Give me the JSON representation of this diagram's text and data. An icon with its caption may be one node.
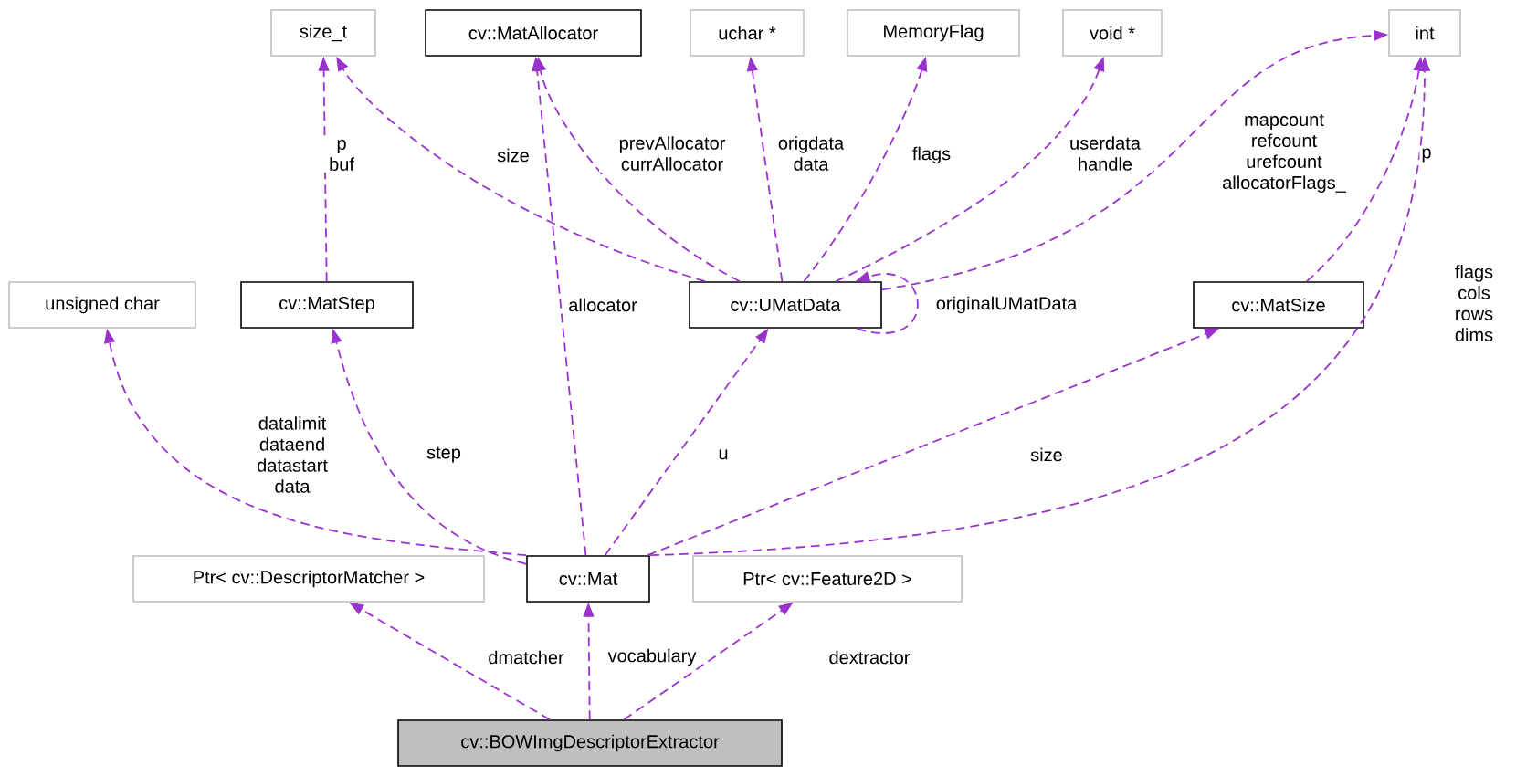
{
  "diagram": {
    "nodes": [
      {
        "text": [
          "size_t"
        ]
      },
      {
        "text": [
          "cv::MatAllocator"
        ]
      },
      {
        "text": [
          "uchar *"
        ]
      },
      {
        "text": [
          "MemoryFlag"
        ]
      },
      {
        "text": [
          "void *"
        ]
      },
      {
        "text": [
          "int"
        ]
      },
      {
        "text": [
          "unsigned char"
        ]
      },
      {
        "text": [
          "cv::MatStep"
        ]
      },
      {
        "text": [
          "cv::UMatData"
        ]
      },
      {
        "text": [
          "cv::MatSize"
        ]
      },
      {
        "text": [
          "Ptr< cv::DescriptorMatcher >"
        ]
      },
      {
        "text": [
          "cv::Mat"
        ]
      },
      {
        "text": [
          "Ptr< cv::Feature2D >"
        ]
      },
      {
        "text": [
          "cv::BOWImgDescriptorExtractor"
        ]
      }
    ],
    "edges": [
      {
        "from": 7,
        "to": 0,
        "arrow": "to",
        "label": "p buf"
      },
      {
        "from": 8,
        "to": 0,
        "arrow": "to",
        "label": "size"
      },
      {
        "from": 8,
        "to": 1,
        "arrow": "to",
        "label": "prevAllocator currAllocator"
      },
      {
        "from": 8,
        "to": 2,
        "arrow": "to",
        "label": "origdata data"
      },
      {
        "from": 8,
        "to": 3,
        "arrow": "to",
        "label": "flags"
      },
      {
        "from": 8,
        "to": 4,
        "arrow": "to",
        "label": "userdata handle"
      },
      {
        "from": 8,
        "to": 5,
        "arrow": "to",
        "label": "mapcount refcount urefcount allocatorFlags_"
      },
      {
        "from": 8,
        "to": 8,
        "arrow": "to",
        "label": "originalUMatData"
      },
      {
        "from": 9,
        "to": 5,
        "arrow": "to",
        "label": "p"
      },
      {
        "from": 11,
        "to": 6,
        "arrow": "to",
        "label": "datalimit dataend datastart data"
      },
      {
        "from": 11,
        "to": 7,
        "arrow": "to",
        "label": "step"
      },
      {
        "from": 11,
        "to": 1,
        "arrow": "to",
        "label": "allocator"
      },
      {
        "from": 11,
        "to": 8,
        "arrow": "to",
        "label": "u"
      },
      {
        "from": 11,
        "to": 9,
        "arrow": "to",
        "label": "size"
      },
      {
        "from": 11,
        "to": 5,
        "arrow": "to",
        "label": "flags cols rows dims"
      },
      {
        "from": 13,
        "to": 10,
        "arrow": "to",
        "label": "dmatcher"
      },
      {
        "from": 13,
        "to": 11,
        "arrow": "to",
        "label": "vocabulary"
      },
      {
        "from": 13,
        "to": 12,
        "arrow": "to",
        "label": "dextractor"
      }
    ]
  }
}
